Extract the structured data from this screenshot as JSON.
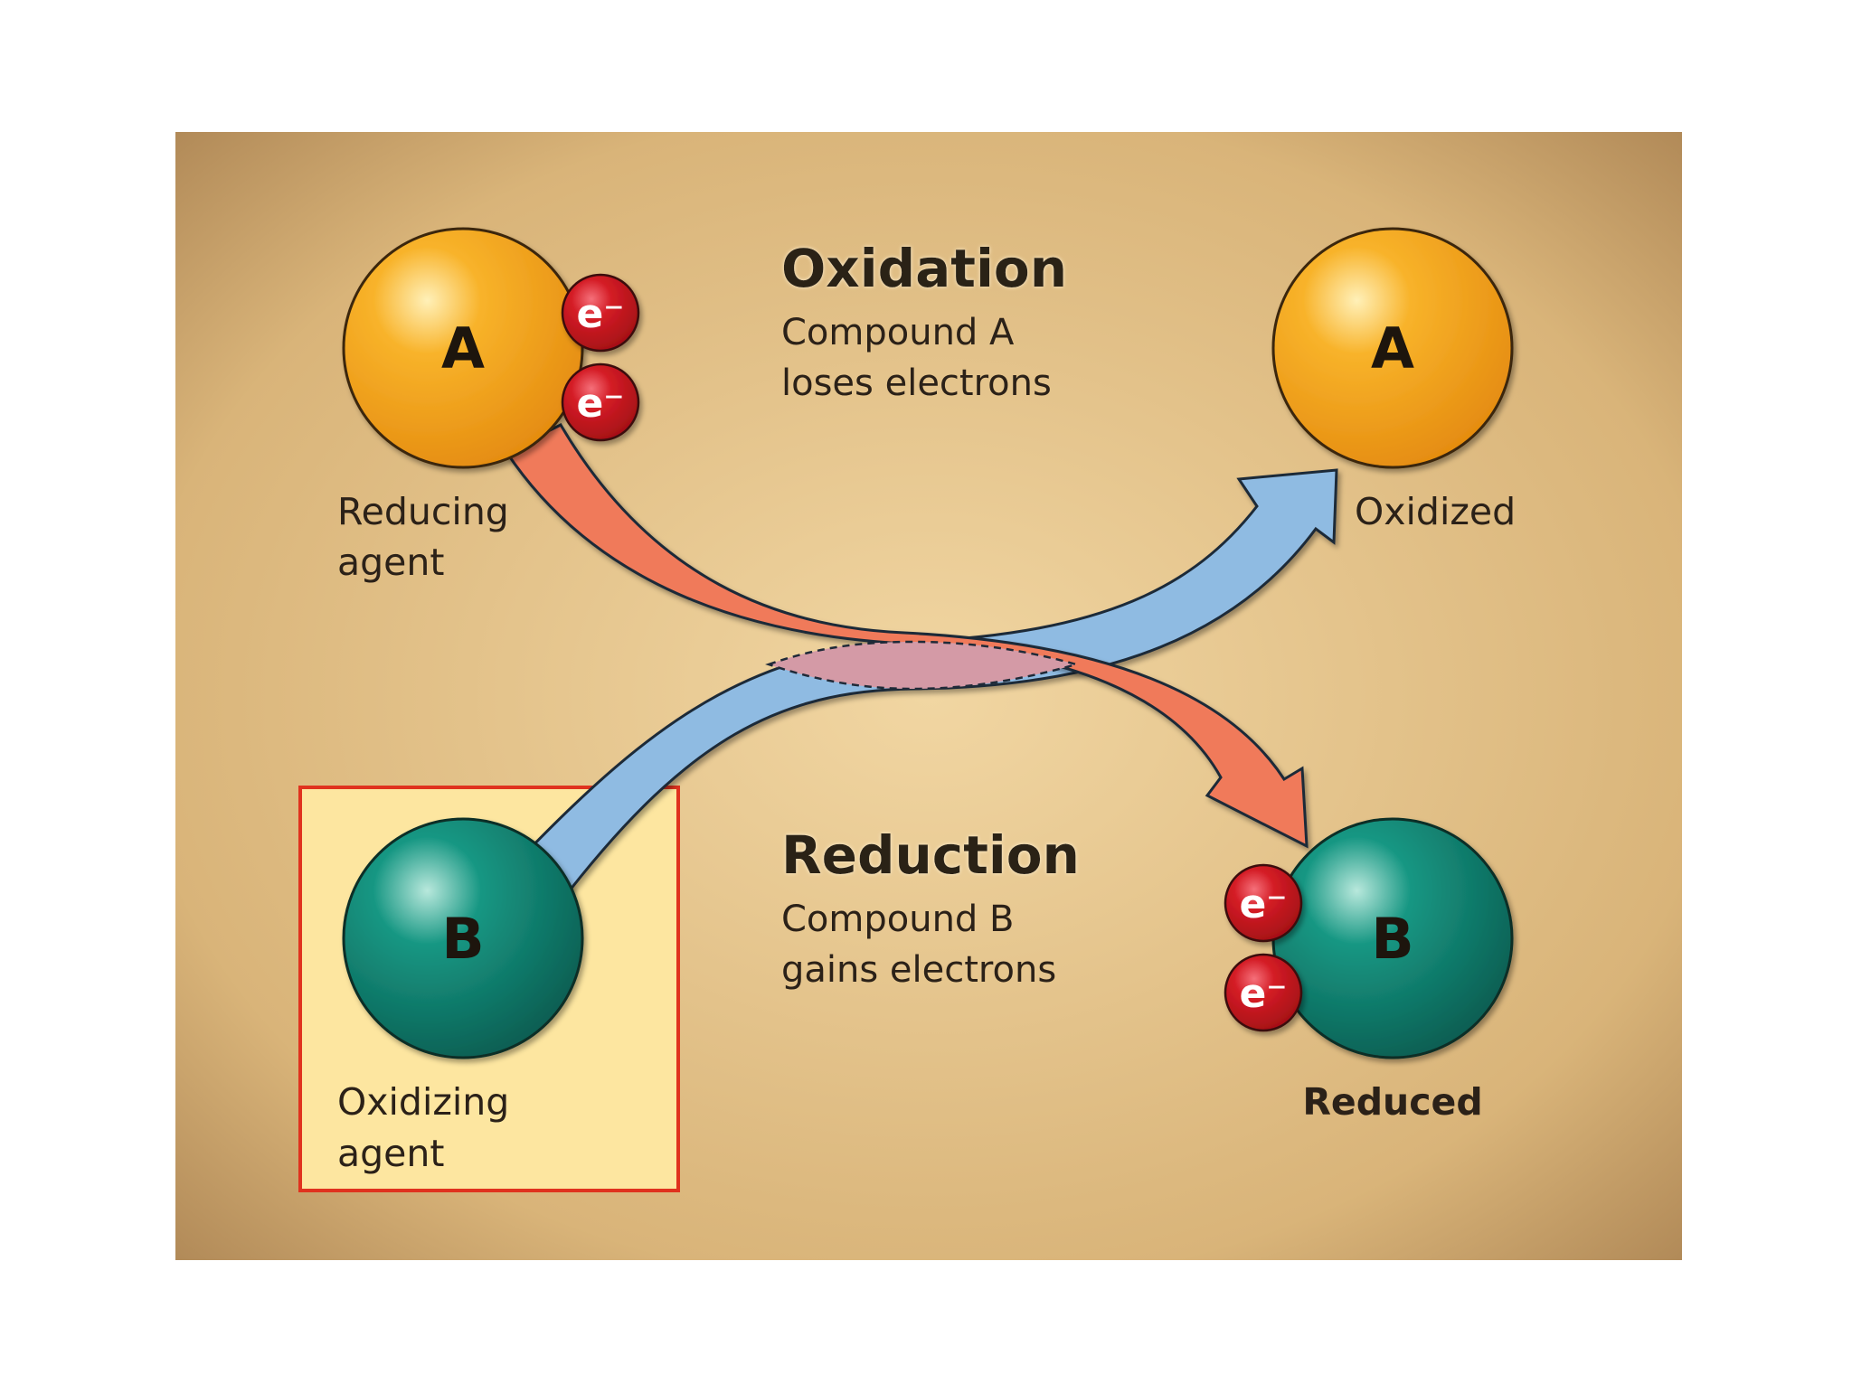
{
  "oxidation": {
    "title": "Oxidation",
    "line1": "Compound A",
    "line2": "loses electrons"
  },
  "reduction": {
    "title": "Reduction",
    "line1": "Compound B",
    "line2": "gains electrons"
  },
  "left_top": {
    "letter": "A",
    "label_line1": "Reducing",
    "label_line2": "agent"
  },
  "left_bottom": {
    "letter": "B",
    "label_line1": "Oxidizing",
    "label_line2": "agent"
  },
  "right_top": {
    "letter": "A",
    "label": "Oxidized"
  },
  "right_bottom": {
    "letter": "B",
    "label": "Reduced"
  },
  "electron": {
    "symbol": "e⁻"
  },
  "colors": {
    "background": "#d4ae74",
    "compound_a": "#f4a21c",
    "compound_b": "#11806f",
    "electron": "#c4141c",
    "electron_arrow": "#f07a5a",
    "reduction_arrow": "#8fbbe2",
    "highlight_box": "#fde6a0",
    "highlight_border": "#e0321e"
  }
}
